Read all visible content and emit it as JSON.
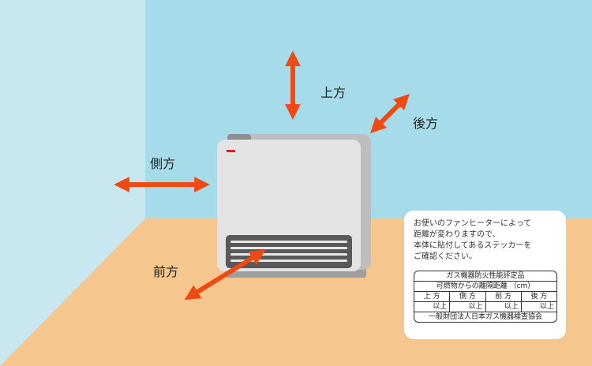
{
  "labels": {
    "up": "上方",
    "back": "後方",
    "side": "側方",
    "front": "前方"
  },
  "note": {
    "lines": [
      "お使いのファンヒーターによって",
      "距離が変わりますので、",
      "本体に貼付してあるステッカーを",
      "ご確認ください。"
    ]
  },
  "sticker": {
    "title": "ガス機器防火性能評定品",
    "subtitle": "可燃物からの離隔距離 （cm）",
    "directions": [
      "上 方",
      "側 方",
      "前 方",
      "後 方"
    ],
    "suffixes": [
      "以上",
      "以上",
      "以上",
      "以上"
    ],
    "footer": "一般財団法人日本ガス機器検査協会"
  },
  "colors": {
    "wall_back": "#a6dbe9",
    "wall_left": "#c9e7f0",
    "floor": "#f5c68d",
    "arrow": "#f04a14",
    "heater_body": "#e3e3e3",
    "heater_side": "#bdbdbd",
    "grille": "#595959",
    "power_led": "#d3212f"
  }
}
